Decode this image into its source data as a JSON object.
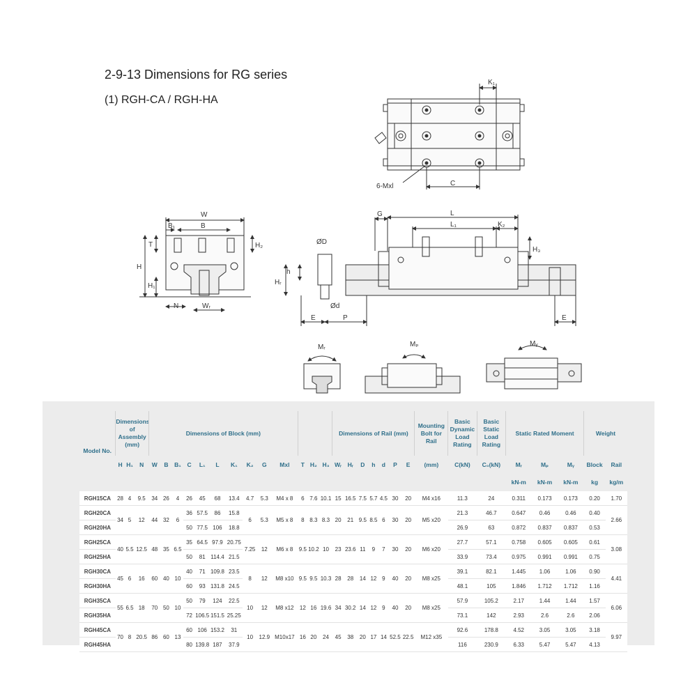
{
  "header": {
    "title": "2-9-13 Dimensions for RG series",
    "subtitle": "(1) RGH-CA / RGH-HA"
  },
  "drawing_labels": {
    "k1": "K₁",
    "c": "C",
    "mxl": "6-Mxl",
    "w": "W",
    "b1": "B₁",
    "b": "B",
    "t": "T",
    "h2": "H₂",
    "h": "H",
    "h1": "H₁",
    "n": "N",
    "wr": "Wᵣ",
    "g": "G",
    "l": "L",
    "l1": "L₁",
    "k2": "K₂",
    "h3": "H₃",
    "od": "ØD",
    "hh": "h",
    "hr": "Hᵣ",
    "sd": "Ød",
    "e": "E",
    "p": "P",
    "e2": "E",
    "mr": "Mᵣ",
    "mp": "Mₚ",
    "my": "Mᵧ"
  },
  "table": {
    "group_headers": {
      "model": "Model No.",
      "assembly": "Dimensions of Assembly (mm)",
      "block": "Dimensions of Block (mm)",
      "rail": "Dimensions of Rail (mm)",
      "bolt": "Mounting Bolt for Rail",
      "dynamic": "Basic Dynamic Load Rating",
      "static": "Basic Static Load Rating",
      "moment": "Static Rated Moment",
      "weight": "Weight"
    },
    "sub_headers": [
      "H",
      "H₁",
      "N",
      "W",
      "B",
      "B₁",
      "C",
      "L₁",
      "L",
      "K₁",
      "K₂",
      "G",
      "Mxl",
      "T",
      "H₂",
      "H₃",
      "Wᵣ",
      "Hᵣ",
      "D",
      "h",
      "d",
      "P",
      "E",
      "(mm)",
      "C(kN)",
      "C₀(kN)",
      "Mᵣ",
      "Mₚ",
      "Mᵧ",
      "Block",
      "Rail"
    ],
    "unit_headers": {
      "mr": "kN-m",
      "mp": "kN-m",
      "my": "kN-m",
      "block": "kg",
      "rail": "kg/m"
    },
    "rows": [
      {
        "model": "RGH15CA",
        "H": "28",
        "H1": "4",
        "N": "9.5",
        "W": "34",
        "B": "26",
        "B1": "4",
        "C": "26",
        "L1": "45",
        "L": "68",
        "K1": "13.4",
        "K2": "4.7",
        "G": "5.3",
        "Mxl": "M4 x 8",
        "T": "6",
        "H2": "7.6",
        "H3": "10.1",
        "WR": "15",
        "HR": "16.5",
        "D": "7.5",
        "h": "5.7",
        "d": "4.5",
        "P": "30",
        "E": "20",
        "bolt": "M4 x16",
        "C_kN": "11.3",
        "C0": "24",
        "MR": "0.311",
        "MP": "0.173",
        "MY": "0.173",
        "block": "0.20",
        "rail": "1.70"
      },
      {
        "model": "RGH20CA",
        "H": "34",
        "H1": "5",
        "N": "12",
        "W": "44",
        "B": "32",
        "B1": "6",
        "C": "36",
        "L1": "57.5",
        "L": "86",
        "K1": "15.8",
        "K2": "6",
        "G": "5.3",
        "Mxl": "M5 x 8",
        "T": "8",
        "H2": "8.3",
        "H3": "8.3",
        "WR": "20",
        "HR": "21",
        "D": "9.5",
        "h": "8.5",
        "d": "6",
        "P": "30",
        "E": "20",
        "bolt": "M5 x20",
        "C_kN": "21.3",
        "C0": "46.7",
        "MR": "0.647",
        "MP": "0.46",
        "MY": "0.46",
        "block": "0.40",
        "rail": "2.66"
      },
      {
        "model": "RGH20HA",
        "C": "50",
        "L1": "77.5",
        "L": "106",
        "K1": "18.8",
        "C_kN": "26.9",
        "C0": "63",
        "MR": "0.872",
        "MP": "0.837",
        "MY": "0.837",
        "block": "0.53"
      },
      {
        "model": "RGH25CA",
        "H": "40",
        "H1": "5.5",
        "N": "12.5",
        "W": "48",
        "B": "35",
        "B1": "6.5",
        "C": "35",
        "L1": "64.5",
        "L": "97.9",
        "K1": "20.75",
        "K2": "7.25",
        "G": "12",
        "Mxl": "M6 x 8",
        "T": "9.5",
        "H2": "10.2",
        "H3": "10",
        "WR": "23",
        "HR": "23.6",
        "D": "11",
        "h": "9",
        "d": "7",
        "P": "30",
        "E": "20",
        "bolt": "M6 x20",
        "C_kN": "27.7",
        "C0": "57.1",
        "MR": "0.758",
        "MP": "0.605",
        "MY": "0.605",
        "block": "0.61",
        "rail": "3.08"
      },
      {
        "model": "RGH25HA",
        "C": "50",
        "L1": "81",
        "L": "114.4",
        "K1": "21.5",
        "C_kN": "33.9",
        "C0": "73.4",
        "MR": "0.975",
        "MP": "0.991",
        "MY": "0.991",
        "block": "0.75"
      },
      {
        "model": "RGH30CA",
        "H": "45",
        "H1": "6",
        "N": "16",
        "W": "60",
        "B": "40",
        "B1": "10",
        "C": "40",
        "L1": "71",
        "L": "109.8",
        "K1": "23.5",
        "K2": "8",
        "G": "12",
        "Mxl": "M8 x10",
        "T": "9.5",
        "H2": "9.5",
        "H3": "10.3",
        "WR": "28",
        "HR": "28",
        "D": "14",
        "h": "12",
        "d": "9",
        "P": "40",
        "E": "20",
        "bolt": "M8 x25",
        "C_kN": "39.1",
        "C0": "82.1",
        "MR": "1.445",
        "MP": "1.06",
        "MY": "1.06",
        "block": "0.90",
        "rail": "4.41"
      },
      {
        "model": "RGH30HA",
        "C": "60",
        "L1": "93",
        "L": "131.8",
        "K1": "24.5",
        "C_kN": "48.1",
        "C0": "105",
        "MR": "1.846",
        "MP": "1.712",
        "MY": "1.712",
        "block": "1.16"
      },
      {
        "model": "RGH35CA",
        "H": "55",
        "H1": "6.5",
        "N": "18",
        "W": "70",
        "B": "50",
        "B1": "10",
        "C": "50",
        "L1": "79",
        "L": "124",
        "K1": "22.5",
        "K2": "10",
        "G": "12",
        "Mxl": "M8 x12",
        "T": "12",
        "H2": "16",
        "H3": "19.6",
        "WR": "34",
        "HR": "30.2",
        "D": "14",
        "h": "12",
        "d": "9",
        "P": "40",
        "E": "20",
        "bolt": "M8 x25",
        "C_kN": "57.9",
        "C0": "105.2",
        "MR": "2.17",
        "MP": "1.44",
        "MY": "1.44",
        "block": "1.57",
        "rail": "6.06"
      },
      {
        "model": "RGH35HA",
        "C": "72",
        "L1": "106.5",
        "L": "151.5",
        "K1": "25.25",
        "C_kN": "73.1",
        "C0": "142",
        "MR": "2.93",
        "MP": "2.6",
        "MY": "2.6",
        "block": "2.06"
      },
      {
        "model": "RGH45CA",
        "H": "70",
        "H1": "8",
        "N": "20.5",
        "W": "86",
        "B": "60",
        "B1": "13",
        "C": "60",
        "L1": "106",
        "L": "153.2",
        "K1": "31",
        "K2": "10",
        "G": "12.9",
        "Mxl": "M10x17",
        "T": "16",
        "H2": "20",
        "H3": "24",
        "WR": "45",
        "HR": "38",
        "D": "20",
        "h": "17",
        "d": "14",
        "P": "52.5",
        "E": "22.5",
        "bolt": "M12 x35",
        "C_kN": "92.6",
        "C0": "178.8",
        "MR": "4.52",
        "MP": "3.05",
        "MY": "3.05",
        "block": "3.18",
        "rail": "9.97"
      },
      {
        "model": "RGH45HA",
        "C": "80",
        "L1": "139.8",
        "L": "187",
        "K1": "37.9",
        "C_kN": "116",
        "C0": "230.9",
        "MR": "6.33",
        "MP": "5.47",
        "MY": "5.47",
        "block": "4.13"
      }
    ]
  }
}
